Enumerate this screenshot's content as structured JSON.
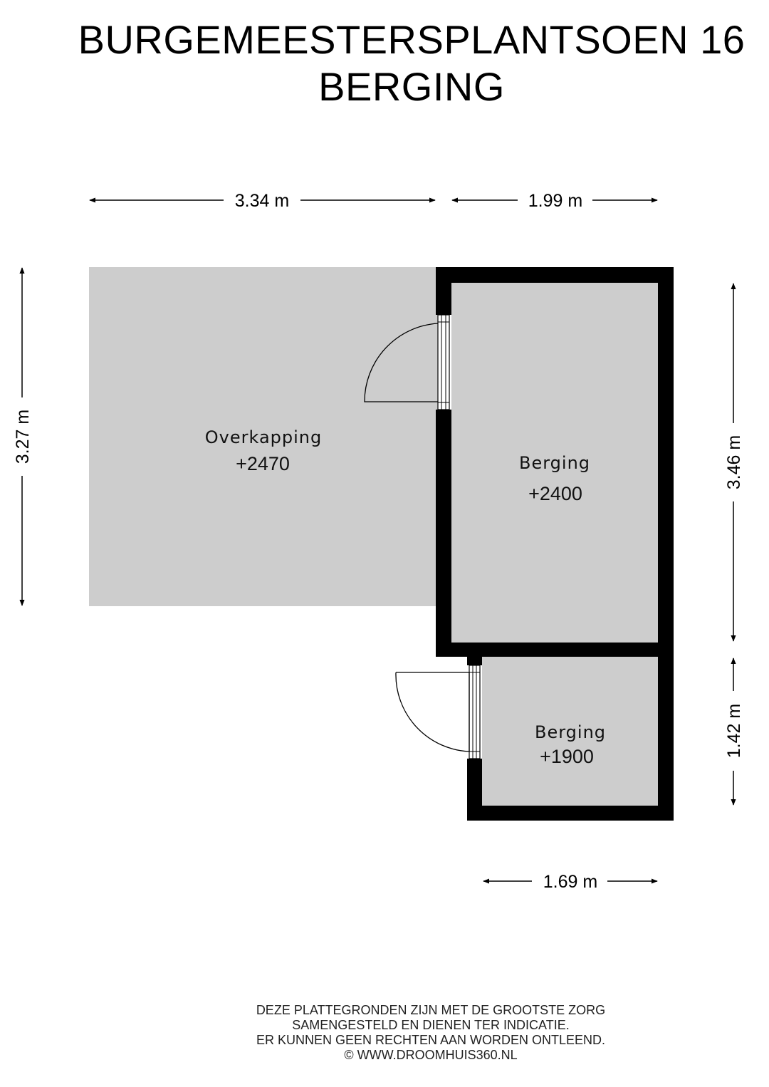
{
  "title": {
    "line1": "BURGEMEESTERSPLANTSOEN 16",
    "line2": "BERGING"
  },
  "dimensions": {
    "top_left": "3.34 m",
    "top_right": "1.99 m",
    "left": "3.27 m",
    "right_upper": "3.46 m",
    "right_lower": "1.42 m",
    "bottom": "1.69 m"
  },
  "rooms": {
    "overkapping": {
      "name": "Overkapping",
      "level": "+2470"
    },
    "berging_large": {
      "name": "Berging",
      "level": "+2400"
    },
    "berging_small": {
      "name": "Berging",
      "level": "+1900"
    }
  },
  "disclaimer": {
    "line1": "DEZE PLATTEGRONDEN ZIJN MET DE GROOTSTE ZORG",
    "line2": "SAMENGESTELD EN DIENEN TER INDICATIE.",
    "line3": "ER KUNNEN GEEN RECHTEN AAN WORDEN ONTLEEND.",
    "line4": "© WWW.DROOMHUIS360.NL"
  },
  "colors": {
    "wall": "#000000",
    "floor": "#cdcdcd",
    "background": "#ffffff"
  }
}
